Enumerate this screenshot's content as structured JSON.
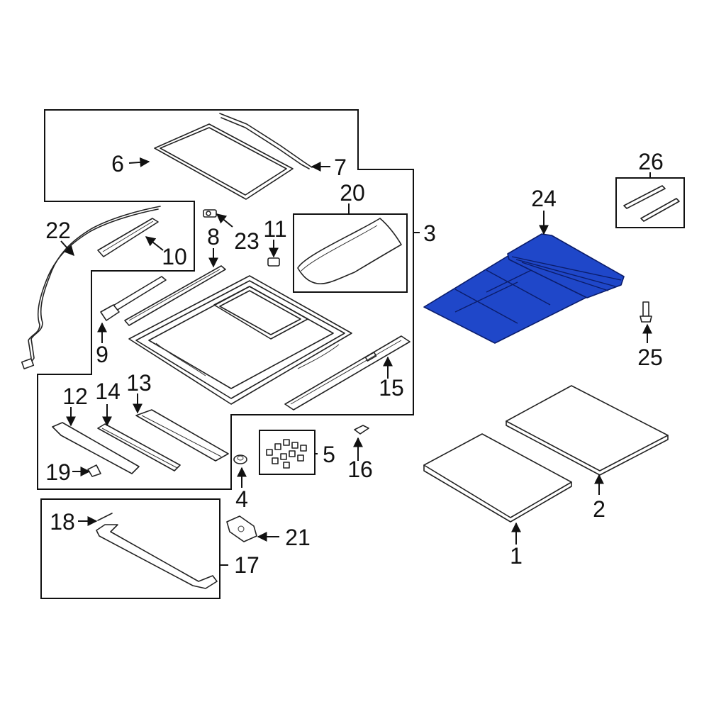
{
  "diagram": {
    "highlighted_part": "24",
    "highlight_color": "#1f47c9",
    "callouts": {
      "c1": "1",
      "c2": "2",
      "c3": "3",
      "c4": "4",
      "c5": "5",
      "c6": "6",
      "c7": "7",
      "c8": "8",
      "c9": "9",
      "c10": "10",
      "c11": "11",
      "c12": "12",
      "c13": "13",
      "c14": "14",
      "c15": "15",
      "c16": "16",
      "c17": "17",
      "c18": "18",
      "c19": "19",
      "c20": "20",
      "c21": "21",
      "c22": "22",
      "c23": "23",
      "c24": "24",
      "c25": "25",
      "c26": "26"
    }
  }
}
